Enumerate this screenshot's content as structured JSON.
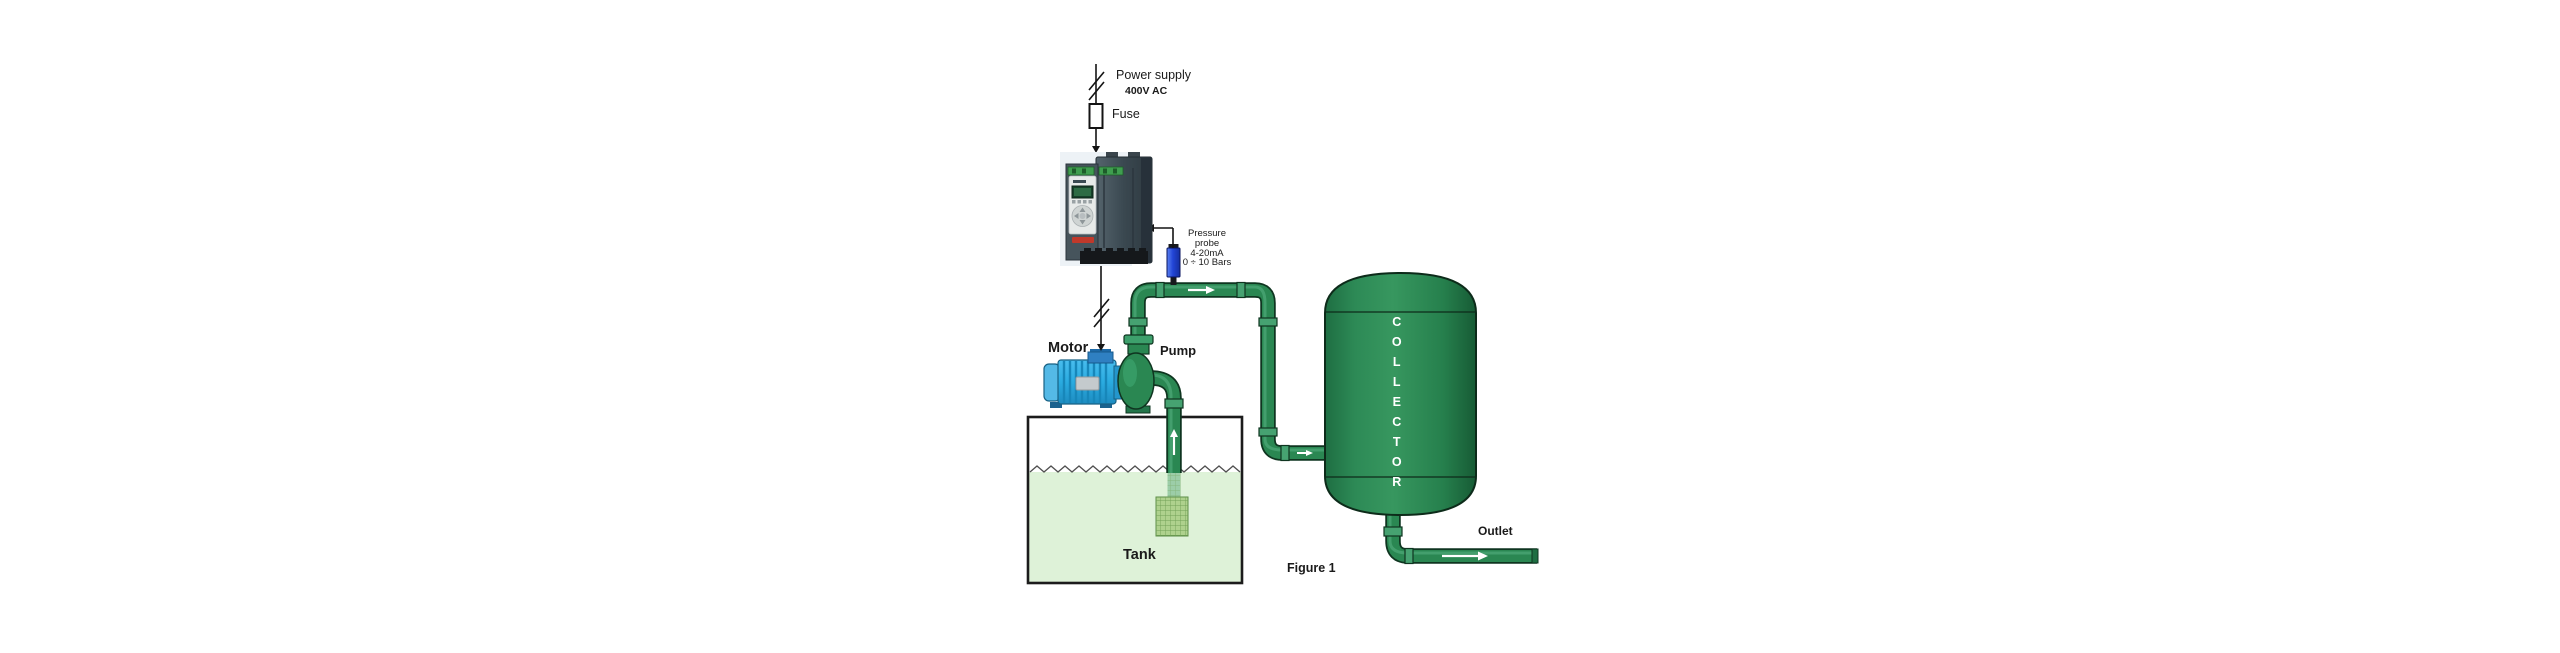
{
  "figure": {
    "caption": "Figure 1"
  },
  "power": {
    "supply_label": "Power supply",
    "voltage": "400V AC",
    "fuse_label": "Fuse"
  },
  "probe": {
    "line1": "Pressure",
    "line2": "probe",
    "line3": "4-20mA",
    "line4": "0 ÷ 10 Bars"
  },
  "equipment": {
    "motor": "Motor",
    "pump": "Pump",
    "tank": "Tank",
    "collector": "COLLECTOR",
    "outlet": "Outlet"
  },
  "colors": {
    "pipe_green": "#2a8752",
    "pipe_outline": "#0f3520",
    "coupling_green": "#46a271",
    "vessel_green": "#2d8a56",
    "tank_water": "#def2d8",
    "strainer_green": "#aed18d",
    "motor_blue": "#2aabe0",
    "probe_blue": "#2a52e0",
    "drive_body": "#3a4850",
    "keypad_panel": "#e7eae9",
    "wire_black": "#141414",
    "flow_arrow": "#ffffff"
  }
}
